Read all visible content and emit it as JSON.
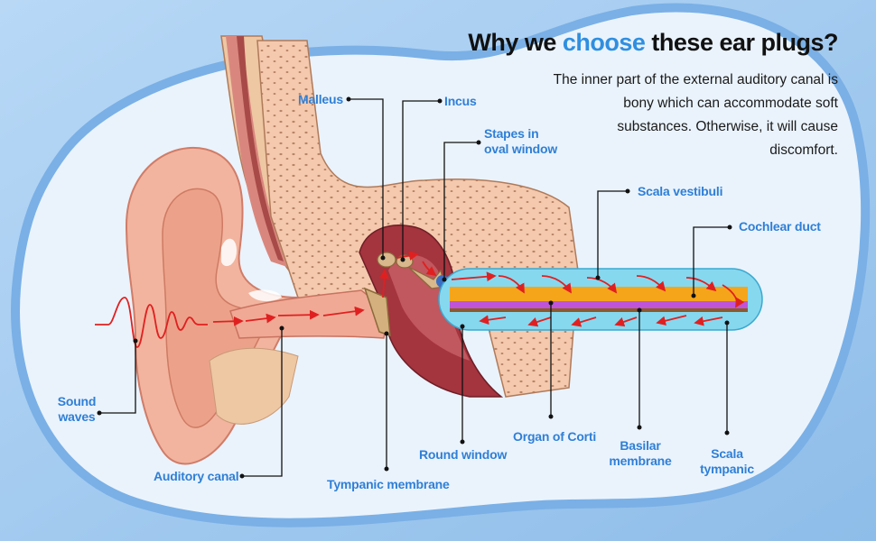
{
  "heading": {
    "prefix": "Why we",
    "accent": "choose",
    "suffix": "these ear plugs?",
    "body": "The inner part of the external auditory canal is bony which can accommodate soft substances. Otherwise, it will cause discomfort."
  },
  "labels": {
    "malleus": "Malleus",
    "incus": "Incus",
    "stapes_line1": "Stapes in",
    "stapes_line2": "oval window",
    "scala_vestibuli": "Scala vestibuli",
    "cochlear_duct": "Cochlear duct",
    "sound_line1": "Sound",
    "sound_line2": "waves",
    "auditory_canal": "Auditory canal",
    "tympanic_membrane": "Tympanic membrane",
    "round_window": "Round  window",
    "organ_of_corti": "Organ of Corti",
    "basilar_line1": "Basilar",
    "basilar_line2": "membrane",
    "scala_tympanic_line1": "Scala",
    "scala_tympanic_line2": "tympanic"
  },
  "colors": {
    "background": "#9cc6ee",
    "panel": "#eaf3fc",
    "accent": "#2f8fe0",
    "label": "#2f7fd6",
    "skin": "#f2b49e",
    "bone": "#f4c7aa",
    "cochlea": "#7fd6ee",
    "arrow": "#e02020"
  }
}
